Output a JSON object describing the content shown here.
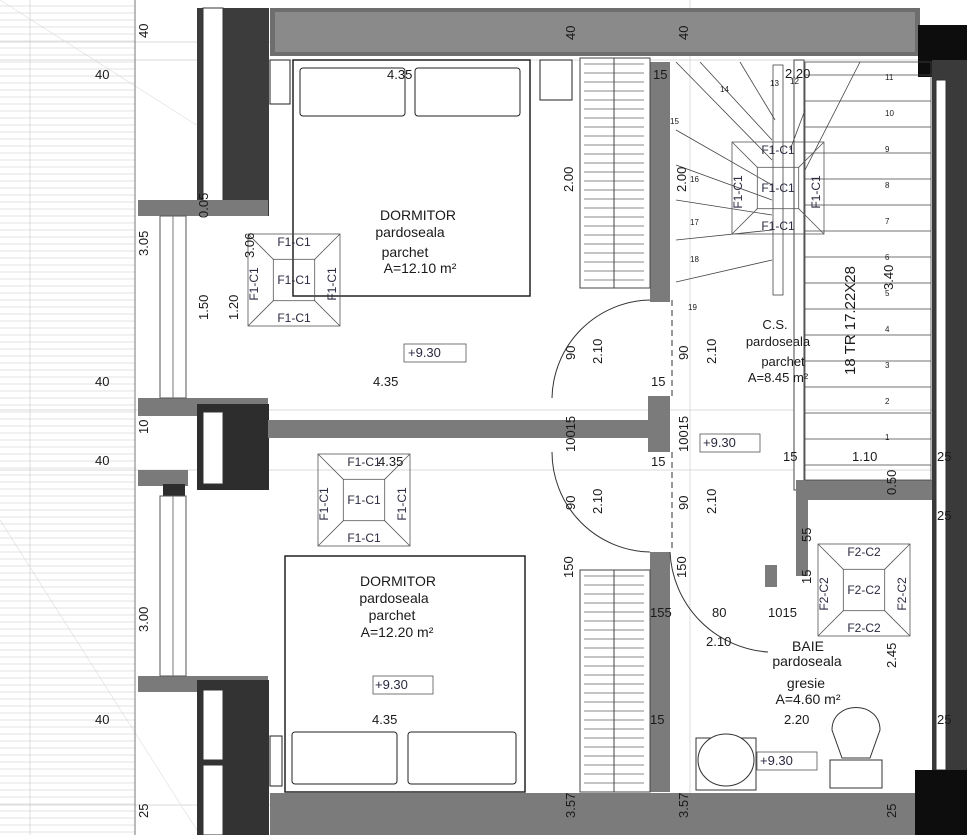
{
  "rooms": {
    "bedroom_top": {
      "name": "DORMITOR",
      "floor": "pardoseala",
      "finish": "parchet",
      "area": "A=12.10 m²",
      "width": "4.35",
      "level": "+9.30"
    },
    "bedroom_bottom": {
      "name": "DORMITOR",
      "floor": "pardoseala",
      "finish": "parchet",
      "area": "A=12.20 m²",
      "width": "4.35",
      "level": "+9.30"
    },
    "hall": {
      "name": "C.S.",
      "floor": "pardoseala",
      "finish": "parchet",
      "area": "A=8.45 m²",
      "level": "+9.30"
    },
    "bath": {
      "name": "BAIE",
      "floor": "pardoseala",
      "finish": "gresie",
      "area": "A=4.60 m²",
      "level": "+9.30"
    }
  },
  "stair": {
    "label": "18 TR 17.22X28",
    "width": "2.20",
    "height": "3.40",
    "landing": "1.10",
    "steps_right": [
      "1",
      "2",
      "3",
      "4",
      "5",
      "6",
      "7",
      "8",
      "9",
      "10",
      "11"
    ],
    "steps_left": [
      "12",
      "13",
      "14",
      "15",
      "16",
      "17",
      "18",
      "19"
    ]
  },
  "finish_codes": {
    "f1": "F1-C1",
    "f2": "F2-C2"
  },
  "dims": {
    "d40": "40",
    "d15": "15",
    "d25": "25",
    "d10": "10",
    "d005": "0.05",
    "d305": "3.05",
    "d306": "3.06",
    "d150": "1.50",
    "d120": "1.20",
    "d435": "4.35",
    "d300": "3.00",
    "d200": "2.00",
    "d210": "2.10",
    "d90": "90",
    "d10015": "10015",
    "d150b": "150",
    "d155": "155",
    "d80": "80",
    "d1015": "1015",
    "d55": "55",
    "d245": "2.45",
    "d220": "2.20",
    "d357": "3.57",
    "d050": "0.50",
    "d110": "1.10",
    "d220b": "2.20"
  }
}
